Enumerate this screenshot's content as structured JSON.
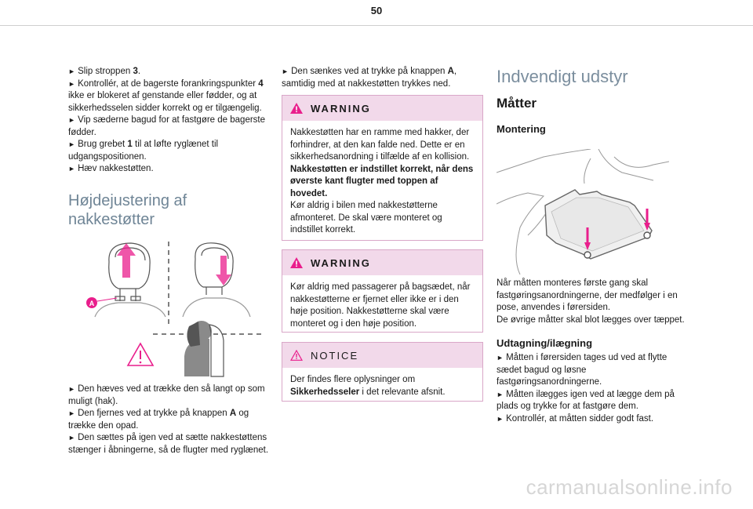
{
  "page": {
    "number": "50"
  },
  "col1": {
    "steps": [
      {
        "text": "Slip stroppen ",
        "bold": "3",
        "after": "."
      },
      {
        "text": "Kontrollér, at de bagerste forankringspunkter ",
        "bold": "4",
        "after": " ikke er blokeret af genstande eller fødder, og at sikkerhedsselen sidder korrekt og er tilgængelig."
      },
      {
        "text": "Vip sæderne bagud for at fastgøre de bagerste fødder.",
        "bold": "",
        "after": ""
      },
      {
        "text": "Brug grebet ",
        "bold": "1",
        "after": " til at løfte ryglænet til udgangspositionen."
      },
      {
        "text": "Hæv nakkestøtten.",
        "bold": "",
        "after": ""
      }
    ],
    "section_title_line1": "Højdejustering af",
    "section_title_line2": "nakkestøtter",
    "figure_label_a": "A",
    "steps2": [
      {
        "text": "Den hæves ved at trække den så langt op som muligt (hak).",
        "bold": "",
        "after": ""
      },
      {
        "text": "Den fjernes ved at trykke på knappen ",
        "bold": "A",
        "after": " og trække den opad."
      },
      {
        "text": "Den sættes på igen ved at sætte nakkestøttens stænger i åbningerne, så de flugter med ryglænet.",
        "bold": "",
        "after": ""
      }
    ]
  },
  "col2": {
    "intro_pre": "Den sænkes ved at trykke på knappen ",
    "intro_bold": "A",
    "intro_post": ", samtidig med at nakkestøtten trykkes ned.",
    "warning1": {
      "label": "WARNING",
      "p1": "Nakkestøtten har en ramme med hakker, der forhindrer, at den kan falde ned. Dette er en sikkerhedsanordning i tilfælde af en kollision.",
      "p2_bold": "Nakkestøtten er indstillet korrekt, når dens øverste kant flugter med toppen af hovedet.",
      "p3": "Kør aldrig i bilen med nakkestøtterne afmonteret. De skal være monteret og indstillet korrekt."
    },
    "warning2": {
      "label": "WARNING",
      "p1": "Kør aldrig med passagerer på bagsædet, når nakkestøtterne er fjernet eller ikke er i den høje position. Nakkestøtterne skal være monteret og i den høje position."
    },
    "notice": {
      "label": "NOTICE",
      "p1_pre": "Der findes flere oplysninger om ",
      "p1_bold": "Sikkerhedsseler",
      "p1_post": " i det relevante afsnit."
    }
  },
  "col3": {
    "chapter_title": "Indvendigt udstyr",
    "section_title": "Måtter",
    "sub1": "Montering",
    "montering_text": "Når måtten monteres første gang skal fastgøringsanordningerne, der medfølger i en pose, anvendes i førersiden.",
    "montering_text2": "De øvrige måtter skal blot lægges over tæppet.",
    "sub2": "Udtagning/ilægning",
    "steps": [
      {
        "text": "Måtten i førersiden tages ud ved at flytte sædet bagud og løsne fastgøringsanordningerne."
      },
      {
        "text": "Måtten ilægges igen ved at lægge dem på plads og trykke for at fastgøre dem."
      },
      {
        "text": "Kontrollér, at måtten sidder godt fast."
      }
    ]
  },
  "watermark": "carmanualsonline.info",
  "colors": {
    "pink_header": "#f2d9ea",
    "pink_border": "#d9a7c8",
    "heading_grey": "#7b8e9e",
    "accent": "#e0197d"
  }
}
